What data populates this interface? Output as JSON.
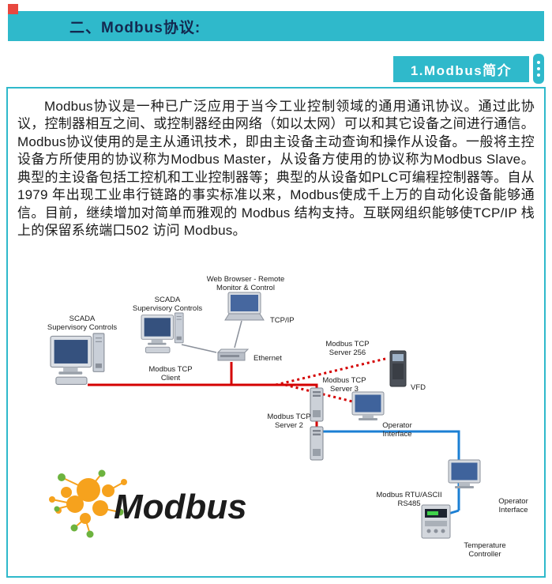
{
  "banner": {
    "title": "二、Modbus协议:"
  },
  "tab": {
    "label": "1.Modbus简介"
  },
  "article": {
    "paragraph": "Modbus协议是一种已广泛应用于当今工业控制领域的通用通讯协议。通过此协议，控制器相互之间、或控制器经由网络（如以太网）可以和其它设备之间进行通信。Modbus协议使用的是主从通讯技术，即由主设备主动查询和操作从设备。一般将主控设备方所使用的协议称为Modbus Master，从设备方使用的协议称为Modbus Slave。典型的主设备包括工控机和工业控制器等；典型的从设备如PLC可编程控制器等。自从 1979 年出现工业串行链路的事实标准以来，Modbus使成千上万的自动化设备能够通信。目前，继续增加对简单而雅观的 Modbus 结构支持。互联网组织能够使TCP/IP 栈上的保留系统端口502 访问 Modbus。"
  },
  "diagram": {
    "labels": {
      "web1": "Web Browser - Remote",
      "web2": "Monitor & Control",
      "tcpip": "TCP/IP",
      "scada_a1": "SCADA",
      "scada_a2": "Supervisory Controls",
      "scada_b1": "SCADA",
      "scada_b2": "Supervisory Controls",
      "ethernet": "Ethernet",
      "client1": "Modbus TCP",
      "client2": "Client",
      "server256_1": "Modbus TCP",
      "server256_2": "Server 256",
      "server3_1": "Modbus TCP",
      "server3_2": "Server 3",
      "server2_1": "Modbus TCP",
      "server2_2": "Server 2",
      "vfd": "VFD",
      "op1_1": "Operator",
      "op1_2": "Interface",
      "op2_1": "Operator",
      "op2_2": "Interface",
      "rtu1": "Modbus RTU/ASCII",
      "rtu2": "RS485",
      "temp1": "Temperature",
      "temp2": "Controller",
      "logo": "Modbus"
    },
    "colors": {
      "tcp_line": "#d40000",
      "serial_line": "#1b7fd4",
      "accent": "#2fb9cb",
      "logo_blue": "#1b3a8f",
      "logo_orange": "#f6a21d",
      "logo_green": "#6db33f"
    }
  }
}
